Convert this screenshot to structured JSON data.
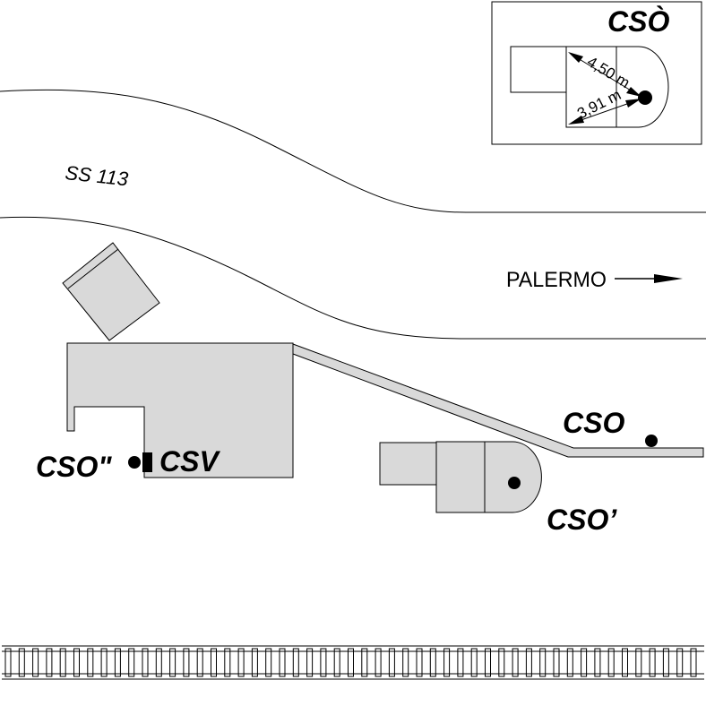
{
  "labels": {
    "road": "SS 113",
    "direction": "PALERMO",
    "cso_main": "CSO",
    "cso_prime": "CSO’",
    "cso_double_prime": "CSO\"",
    "csv": "CSV",
    "inset_title": "CSÒ"
  },
  "inset": {
    "dim_1": "4,50 m",
    "dim_2": "3,91 m"
  }
}
